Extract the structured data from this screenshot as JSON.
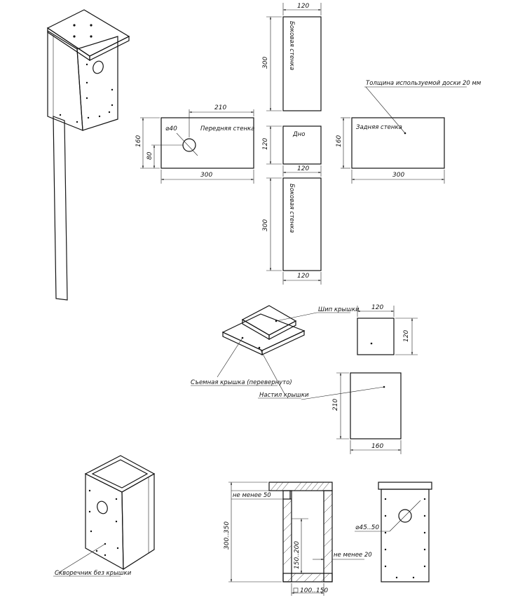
{
  "labels": {
    "front_wall": "Передняя стенка",
    "side_wall_top": "Боковая стенка",
    "side_wall_bottom": "Боковая стенка",
    "bottom": "Дно",
    "back_wall": "Задняя стенка",
    "thickness_note": "Толщина используемой доски 20 мм",
    "roof_tenon": "Шип крышки",
    "removable_roof": "Съемная крышка (перевернуто)",
    "roof_deck": "Настил крышки",
    "birdhouse_no_roof": "Скворечник без крышки"
  },
  "dims": {
    "front_210": "210",
    "front_40": "⌀40",
    "front_160": "160",
    "front_80": "80",
    "front_300": "300",
    "side_top_120": "120",
    "side_top_300": "300",
    "bottom_120_v": "120",
    "bottom_120_h": "120",
    "back_160": "160",
    "back_300": "300",
    "side_bot_300": "300",
    "side_bot_120": "120",
    "tenon_120_h": "120",
    "tenon_120_v": "120",
    "deck_210": "210",
    "deck_160": "160",
    "sec_min50": "не менее 50",
    "sec_300_350": "300..350",
    "sec_150_200": "150..200",
    "sec_min20": "не менее 20",
    "sec_100_150": "100..150",
    "fr_hole": "⌀45..50"
  }
}
